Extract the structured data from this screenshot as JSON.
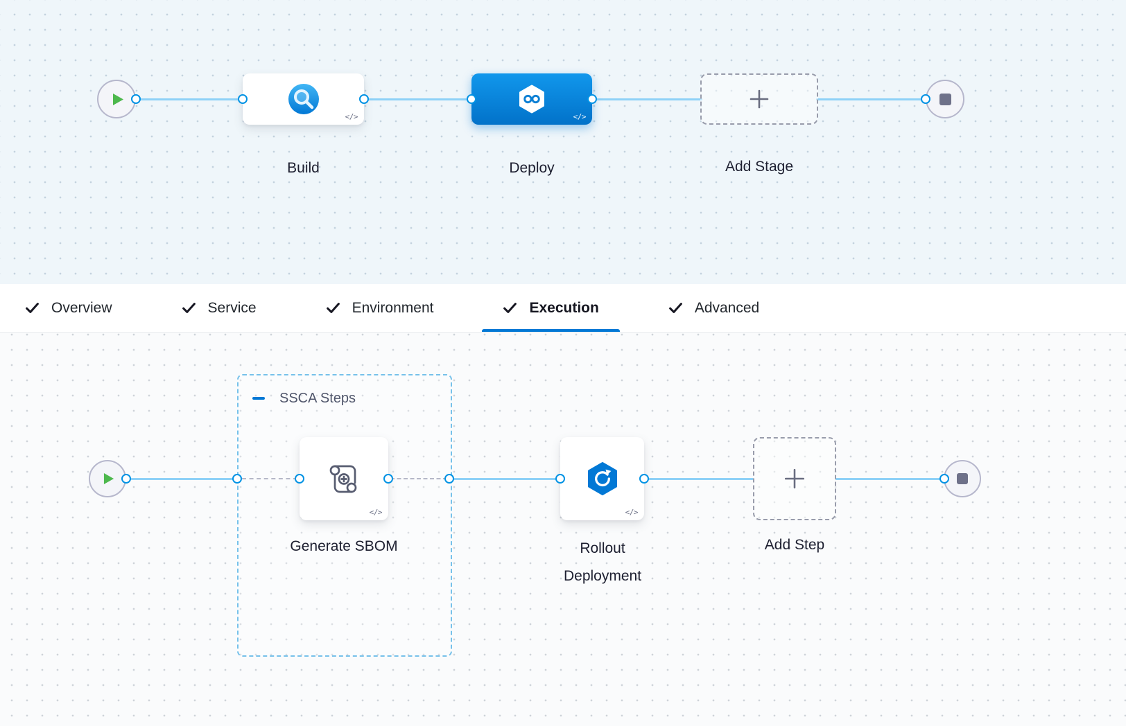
{
  "stage_flow": {
    "start_icon": "play-icon",
    "end_icon": "stop-icon",
    "nodes": [
      {
        "label": "Build",
        "icon": "ci-build-icon",
        "code_badge": "</>"
      },
      {
        "label": "Deploy",
        "icon": "cd-harness-icon",
        "code_badge": "</>"
      },
      {
        "label": "Add Stage",
        "icon": "plus-icon"
      }
    ]
  },
  "tabs": [
    {
      "label": "Overview",
      "checked": true,
      "active": false
    },
    {
      "label": "Service",
      "checked": true,
      "active": false
    },
    {
      "label": "Environment",
      "checked": true,
      "active": false
    },
    {
      "label": "Execution",
      "checked": true,
      "active": true
    },
    {
      "label": "Advanced",
      "checked": true,
      "active": false
    }
  ],
  "execution_flow": {
    "start_icon": "play-icon",
    "end_icon": "stop-icon",
    "group_label": "SSCA Steps",
    "nodes": [
      {
        "label": "Generate SBOM",
        "icon": "sbom-scroll-icon",
        "code_badge": "</>"
      },
      {
        "label": "Rollout Deployment",
        "icon": "rollout-refresh-icon",
        "code_badge": "</>"
      },
      {
        "label": "Add Step",
        "icon": "plus-icon"
      }
    ]
  },
  "colors": {
    "accent_blue": "#0278d5",
    "connector_dot_blue": "#0092e4",
    "edge_line_blue": "#8ed1f7",
    "play_green": "#4db84d",
    "deploy_gradient_top": "#1197ec",
    "deploy_gradient_bottom": "#0272c9"
  }
}
